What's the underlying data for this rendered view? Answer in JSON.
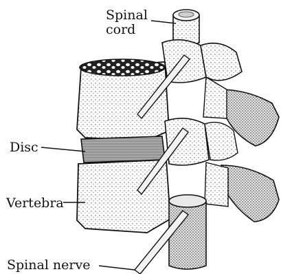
{
  "labels": {
    "spinal_cord_line1": "Spinal",
    "spinal_cord_line2": "cord",
    "disc": "Disc",
    "vertebra": "Vertebra",
    "spinal_nerve": "Spinal nerve"
  },
  "colors": {
    "ink": "#111111",
    "background": "#ffffff",
    "bone_shade": "#cfcfcf",
    "disc_shade": "#9a9a9a"
  }
}
